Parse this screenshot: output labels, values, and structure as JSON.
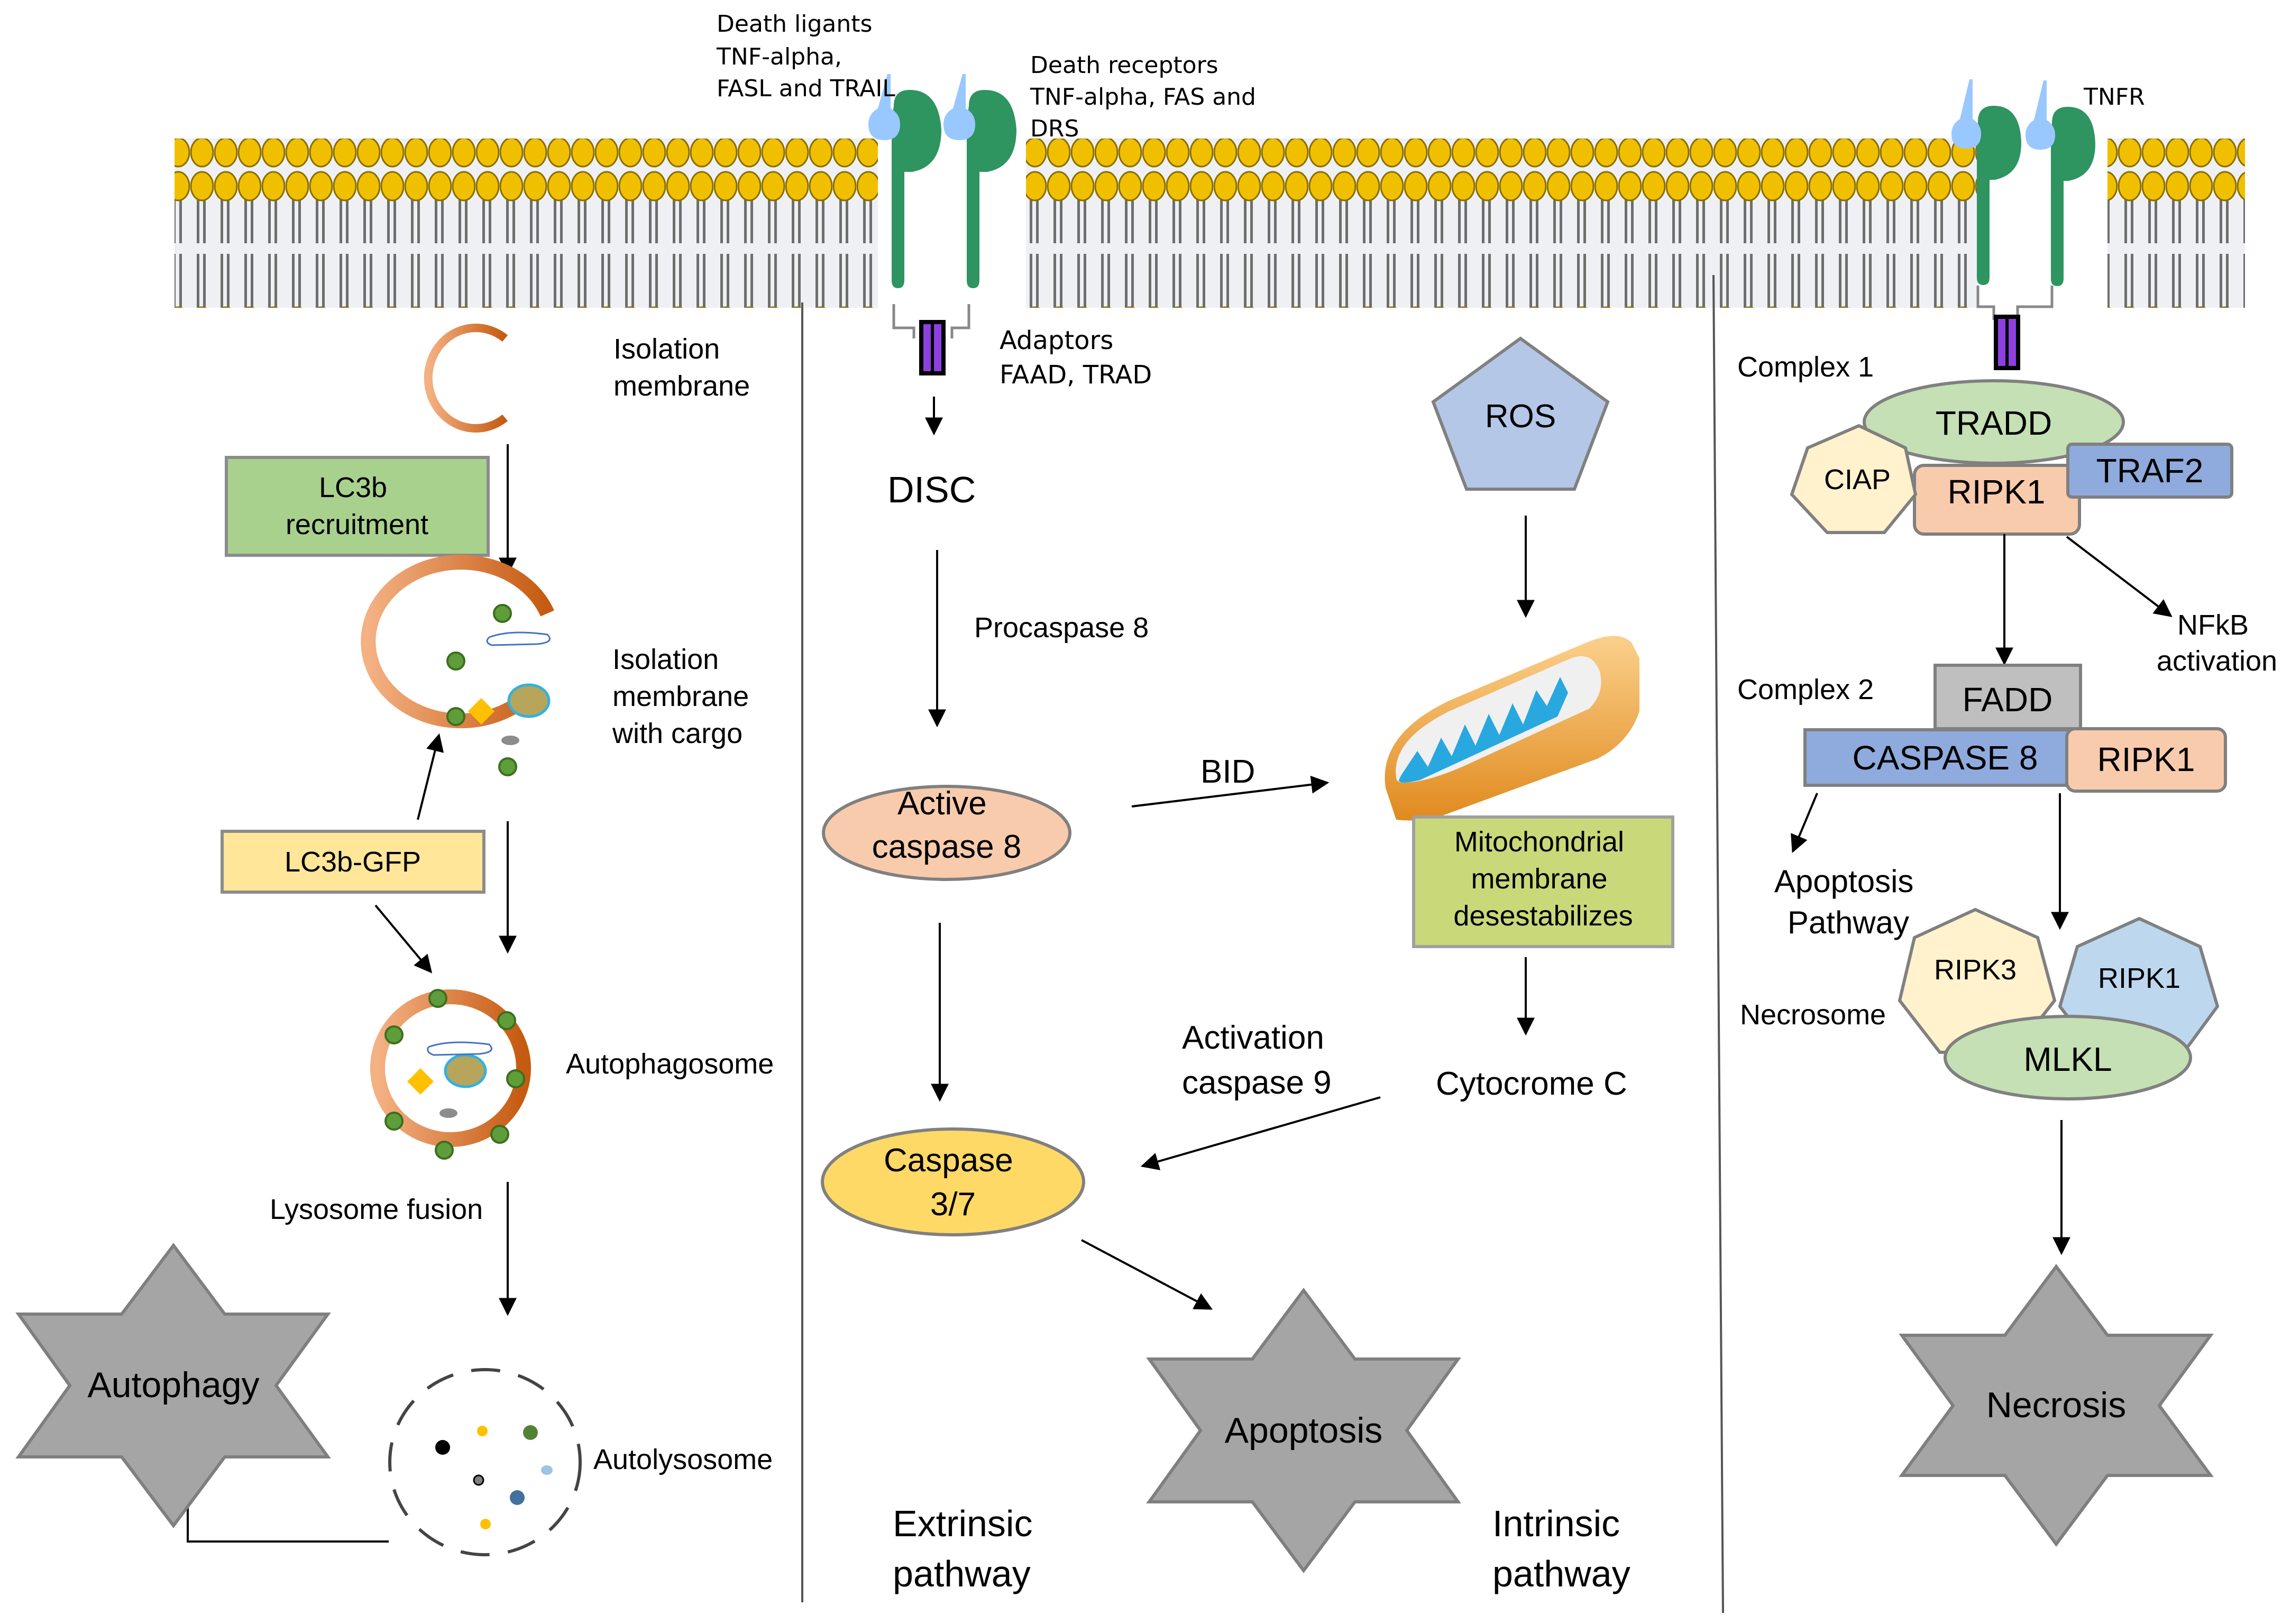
{
  "membrane": {
    "death_ligands": [
      "Death ligants",
      "TNF-alpha,",
      "FASL and TRAIL"
    ],
    "death_receptors": [
      "Death receptors",
      "TNF-alpha, FAS and",
      "DRS"
    ],
    "tnfr": "TNFR",
    "adaptors": [
      "Adaptors",
      "FAAD, TRAD"
    ]
  },
  "autophagy": {
    "isolation_membrane": [
      "Isolation",
      "membrane"
    ],
    "lc3b_recruitment": [
      "LC3b",
      "recruitment"
    ],
    "isolation_membrane_cargo": [
      "Isolation",
      "membrane",
      "with cargo"
    ],
    "lc3b_gfp": "LC3b-GFP",
    "autophagosome": "Autophagosome",
    "lysosome_fusion": "Lysosome fusion",
    "autolysosome": "Autolysosome",
    "outcome": "Autophagy"
  },
  "apoptosis": {
    "disc": "DISC",
    "procaspase": "Procaspase 8",
    "active_caspase8": [
      "Active",
      "caspase 8"
    ],
    "bid": "BID",
    "ros": "ROS",
    "mito_desc": [
      "Mitochondrial",
      "membrane",
      "desestabilizes"
    ],
    "cytochrome": "Cytocrome C",
    "activation_caspase9": [
      "Activation",
      "caspase 9"
    ],
    "caspase37": [
      "Caspase",
      "3/7"
    ],
    "outcome": "Apoptosis",
    "extrinsic": [
      "Extrinsic",
      "pathway"
    ],
    "intrinsic": [
      "Intrinsic",
      "pathway"
    ]
  },
  "necrosis": {
    "complex1": "Complex 1",
    "tradd": "TRADD",
    "ciap": "CIAP",
    "ripk1_c1": "RIPK1",
    "traf2": "TRAF2",
    "nfkb": [
      "NFkB",
      "activation"
    ],
    "complex2": "Complex 2",
    "fadd": "FADD",
    "caspase8": "CASPASE 8",
    "ripk1_c2": "RIPK1",
    "apoptosis_pathway": [
      "Apoptosis",
      "Pathway"
    ],
    "necrosome": "Necrosome",
    "ripk3": "RIPK3",
    "ripk1_nec": "RIPK1",
    "mlkl": "MLKL",
    "outcome": "Necrosis"
  },
  "colors": {
    "lipid_head": "#f0c000",
    "receptor": "#2e9460",
    "ligand": "#99c8ff",
    "adaptor": "#8e3fe0",
    "lc3b_box": "#a9d18e",
    "gfp_box": "#ffe699",
    "caspase8_ellipse": "#f8cbad",
    "caspase37_ellipse": "#ffd966",
    "ros": "#b4c7e7",
    "mito_box": "#c9d97a",
    "star": "#a5a5a5",
    "tradd": "#c5e0b4",
    "ciap": "#fff2cc",
    "ripk1": "#f8cbad",
    "traf2": "#8faadc",
    "fadd": "#bfbfbf",
    "ripk1_nec": "#bdd7ee"
  }
}
